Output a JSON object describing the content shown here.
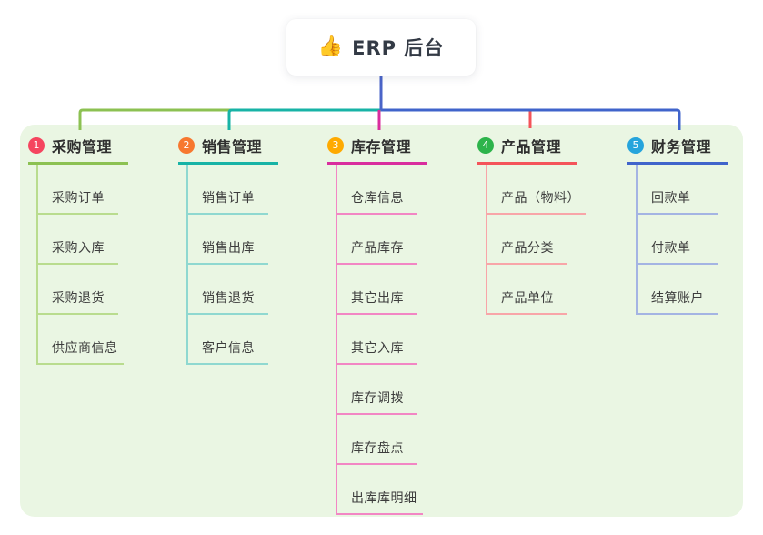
{
  "root": {
    "label": "ERP 后台",
    "emoji": "👍",
    "line_color": "#4a64c8"
  },
  "canvas": {
    "background": "#ffffff",
    "panel_background": "#eaf6e3"
  },
  "branches": [
    {
      "index": "1",
      "title": "采购管理",
      "colors": {
        "badge": "#f5455f",
        "line": "#8cc152",
        "item_line": "#b9dc8e"
      },
      "items": [
        "采购订单",
        "采购入库",
        "采购退货",
        "供应商信息"
      ]
    },
    {
      "index": "2",
      "title": "销售管理",
      "colors": {
        "badge": "#f7782f",
        "line": "#17b3a6",
        "item_line": "#8fd8d0"
      },
      "items": [
        "销售订单",
        "销售出库",
        "销售退货",
        "客户信息"
      ]
    },
    {
      "index": "3",
      "title": "库存管理",
      "colors": {
        "badge": "#feaa01",
        "line": "#d92d9e",
        "item_line": "#f286c4"
      },
      "items": [
        "仓库信息",
        "产品库存",
        "其它出库",
        "其它入库",
        "库存调拨",
        "库存盘点",
        "出库库明细"
      ]
    },
    {
      "index": "4",
      "title": "产品管理",
      "colors": {
        "badge": "#2db44b",
        "line": "#f4545a",
        "item_line": "#f8a5a8"
      },
      "items": [
        "产品（物料）",
        "产品分类",
        "产品单位"
      ]
    },
    {
      "index": "5",
      "title": "财务管理",
      "colors": {
        "badge": "#26a4dc",
        "line": "#4064cb",
        "item_line": "#a4b4e3"
      },
      "items": [
        "回款单",
        "付款单",
        "结算账户"
      ]
    }
  ]
}
